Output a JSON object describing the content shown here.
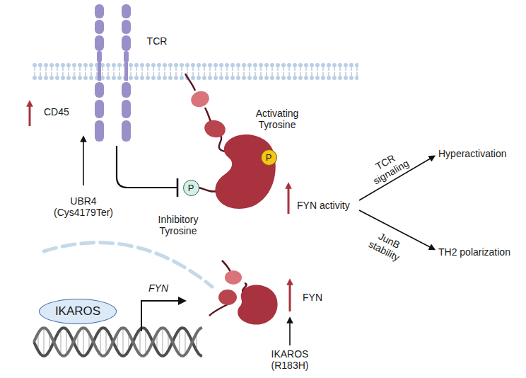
{
  "diagram": {
    "nodes": [
      {
        "text": [
          "P"
        ]
      },
      {
        "text": [
          "P"
        ]
      },
      {
        "text": [
          "IKAROS"
        ]
      }
    ],
    "labels": [
      "TCR",
      "CD45",
      "UBR4 (Cys4179Ter)",
      "Activating Tyrosine",
      "Inhibitory Tyrosine",
      "FYN activity",
      "TCR signaling",
      "JunB stability",
      "Hyperactivation",
      "TH2 polarization",
      "FYN",
      "FYN",
      "IKAROS (R183H)"
    ]
  }
}
